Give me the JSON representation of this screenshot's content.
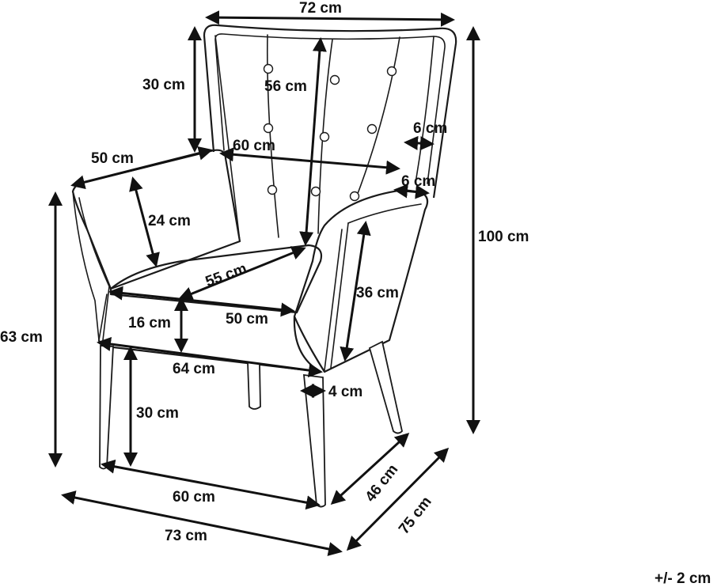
{
  "dimensions": {
    "back_width": "72 cm",
    "back_height": "30 cm",
    "backrest_height": "56 cm",
    "wing_thickness": "6 cm",
    "armrest_depth": "50 cm",
    "seat_width_back": "60 cm",
    "armrest_top_width": "6 cm",
    "armrest_inner_height": "24 cm",
    "total_height": "100 cm",
    "seat_depth": "55 cm",
    "armrest_front_height": "36 cm",
    "arm_height": "63 cm",
    "cushion_height": "16 cm",
    "seat_width_front": "50 cm",
    "front_width": "64 cm",
    "arm_thickness": "4 cm",
    "seat_height": "30 cm",
    "leg_span_width": "60 cm",
    "leg_span_depth": "46 cm",
    "total_width": "73 cm",
    "total_depth": "75 cm"
  },
  "tolerance": "+/- 2 cm"
}
